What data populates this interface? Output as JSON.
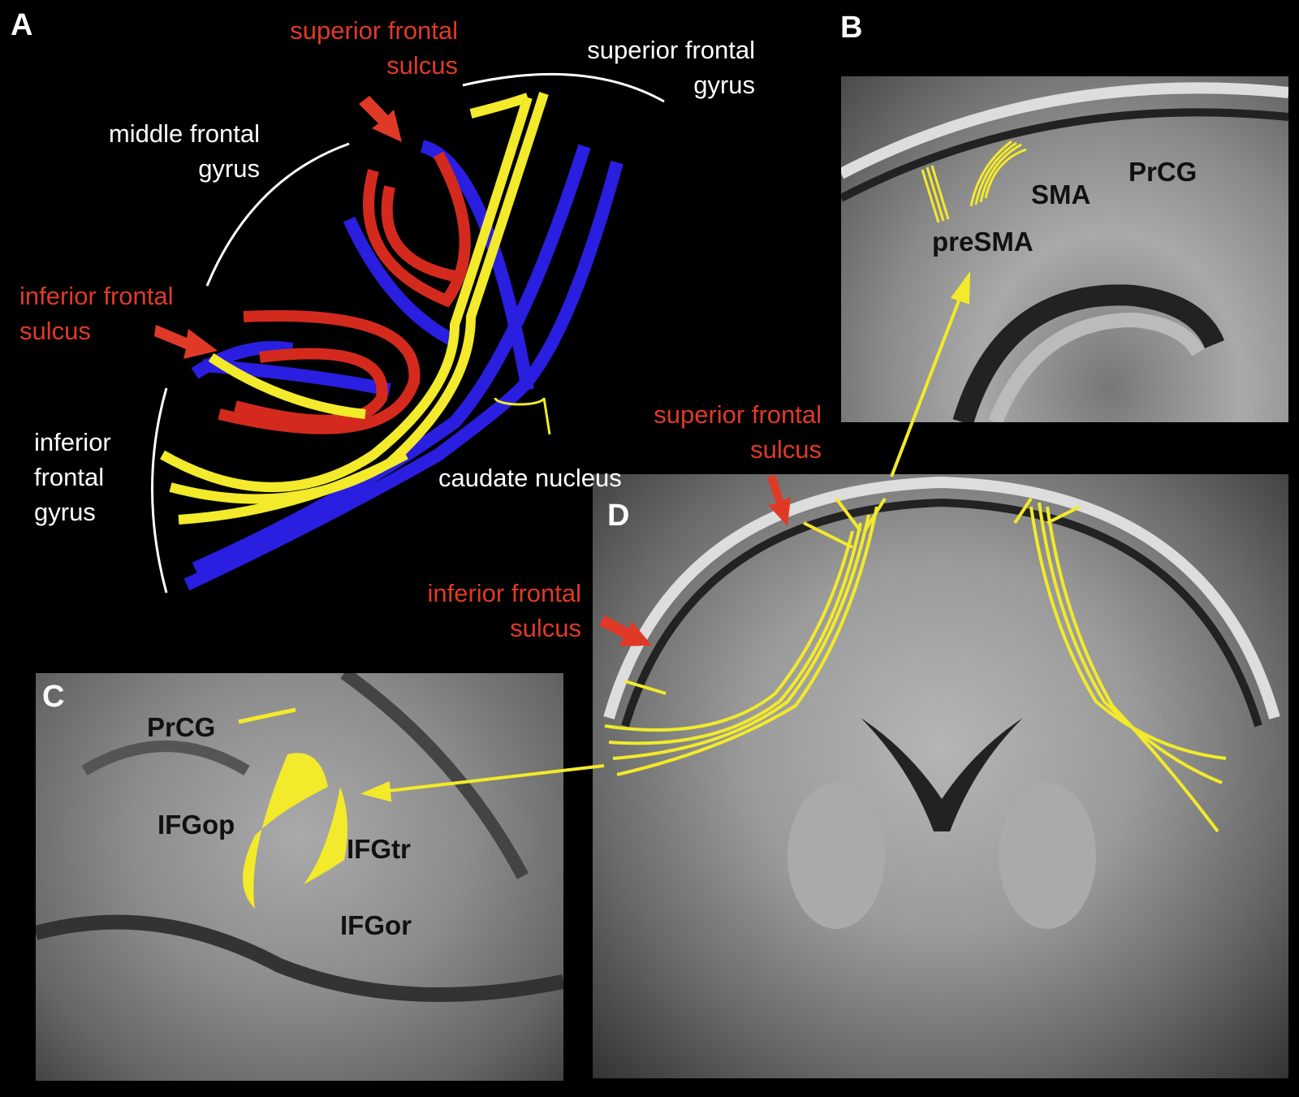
{
  "panels": {
    "A": {
      "letter": "A",
      "labels": {
        "superior_frontal_sulcus": "superior frontal\nsulcus",
        "superior_frontal_gyrus": "superior frontal\ngyrus",
        "middle_frontal_gyrus": "middle frontal\ngyrus",
        "inferior_frontal_sulcus": "inferior frontal\nsulcus",
        "inferior_frontal_gyrus": "inferior\nfrontal\ngyrus",
        "caudate_nucleus": "caudate nucleus"
      }
    },
    "B": {
      "letter": "B",
      "labels": {
        "prcg": "PrCG",
        "sma": "SMA",
        "presma": "preSMA"
      }
    },
    "C": {
      "letter": "C",
      "labels": {
        "prcg": "PrCG",
        "ifgop": "IFGop",
        "ifgtr": "IFGtr",
        "ifgor": "IFGor"
      }
    },
    "D": {
      "letter": "D",
      "labels": {
        "superior_frontal_sulcus": "superior frontal\nsulcus",
        "inferior_frontal_sulcus": "inferior frontal\nsulcus"
      }
    }
  },
  "colors": {
    "sulcus_label": "#e03a26",
    "tract_yellow": "#f2ea2a",
    "tract_red": "#d42a1e",
    "tract_blue": "#2a1ee0"
  }
}
